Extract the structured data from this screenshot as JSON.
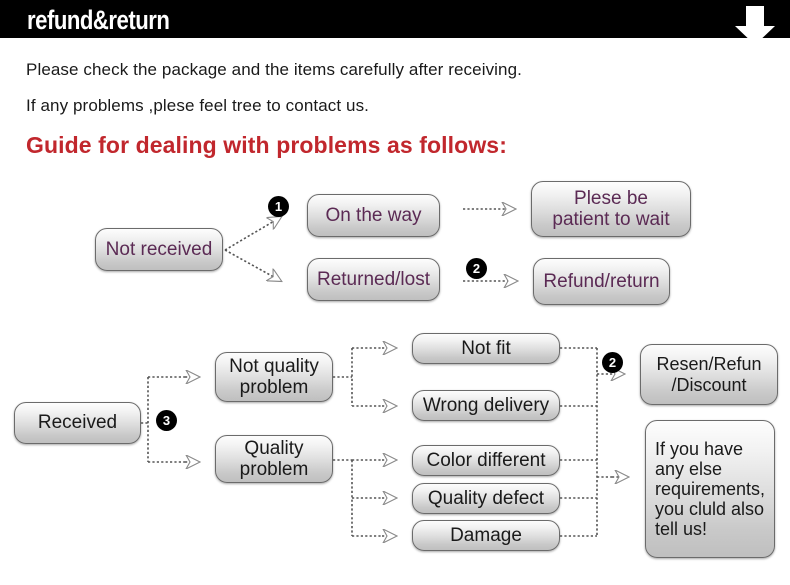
{
  "header": {
    "title": "refund&return",
    "arrow_icon": "down-arrow-icon",
    "bar_color": "#000000"
  },
  "intro": {
    "line1": "Please check the package and the items carefully after receiving.",
    "line2": "If any problems ,plese feel tree to contact us.",
    "guide_heading": "Guide for dealing with problems as follows:",
    "heading_color": "#c1272d"
  },
  "flowchart_1": {
    "nodes": {
      "not_received": "Not received",
      "on_the_way": "On the way",
      "returned_lost": "Returned/lost",
      "plese_be_patient": "Plese be\npatient to wait",
      "plese_be_patient_line1": "Plese be",
      "plese_be_patient_line2": "patient to wait",
      "refund_return": "Refund/return"
    },
    "badges": {
      "one": "1",
      "two": "2"
    },
    "node_text_color": "#5b2a54"
  },
  "flowchart_2": {
    "nodes": {
      "received": "Received",
      "not_quality_problem_line1": "Not quality",
      "not_quality_problem_line2": "problem",
      "quality_problem_line1": "Quality",
      "quality_problem_line2": "problem",
      "not_fit": "Not fit",
      "wrong_delivery": "Wrong delivery",
      "color_different": "Color different",
      "quality_defect": "Quality defect",
      "damage": "Damage",
      "resen_refun_line1": "Resen/Refun",
      "resen_refun_line2": "/Discount",
      "if_you_have_line1": "If you have",
      "if_you_have_line2": "any else",
      "if_you_have_line3": "requirements,",
      "if_you_have_line4": "you cluld also",
      "if_you_have_line5": "tell us!"
    },
    "badges": {
      "three": "3",
      "two": "2"
    },
    "node_text_color": "#1a1a1a"
  },
  "style": {
    "node_border": "#6b6b6b",
    "connector_color": "#555555",
    "page_background": "#ffffff"
  }
}
